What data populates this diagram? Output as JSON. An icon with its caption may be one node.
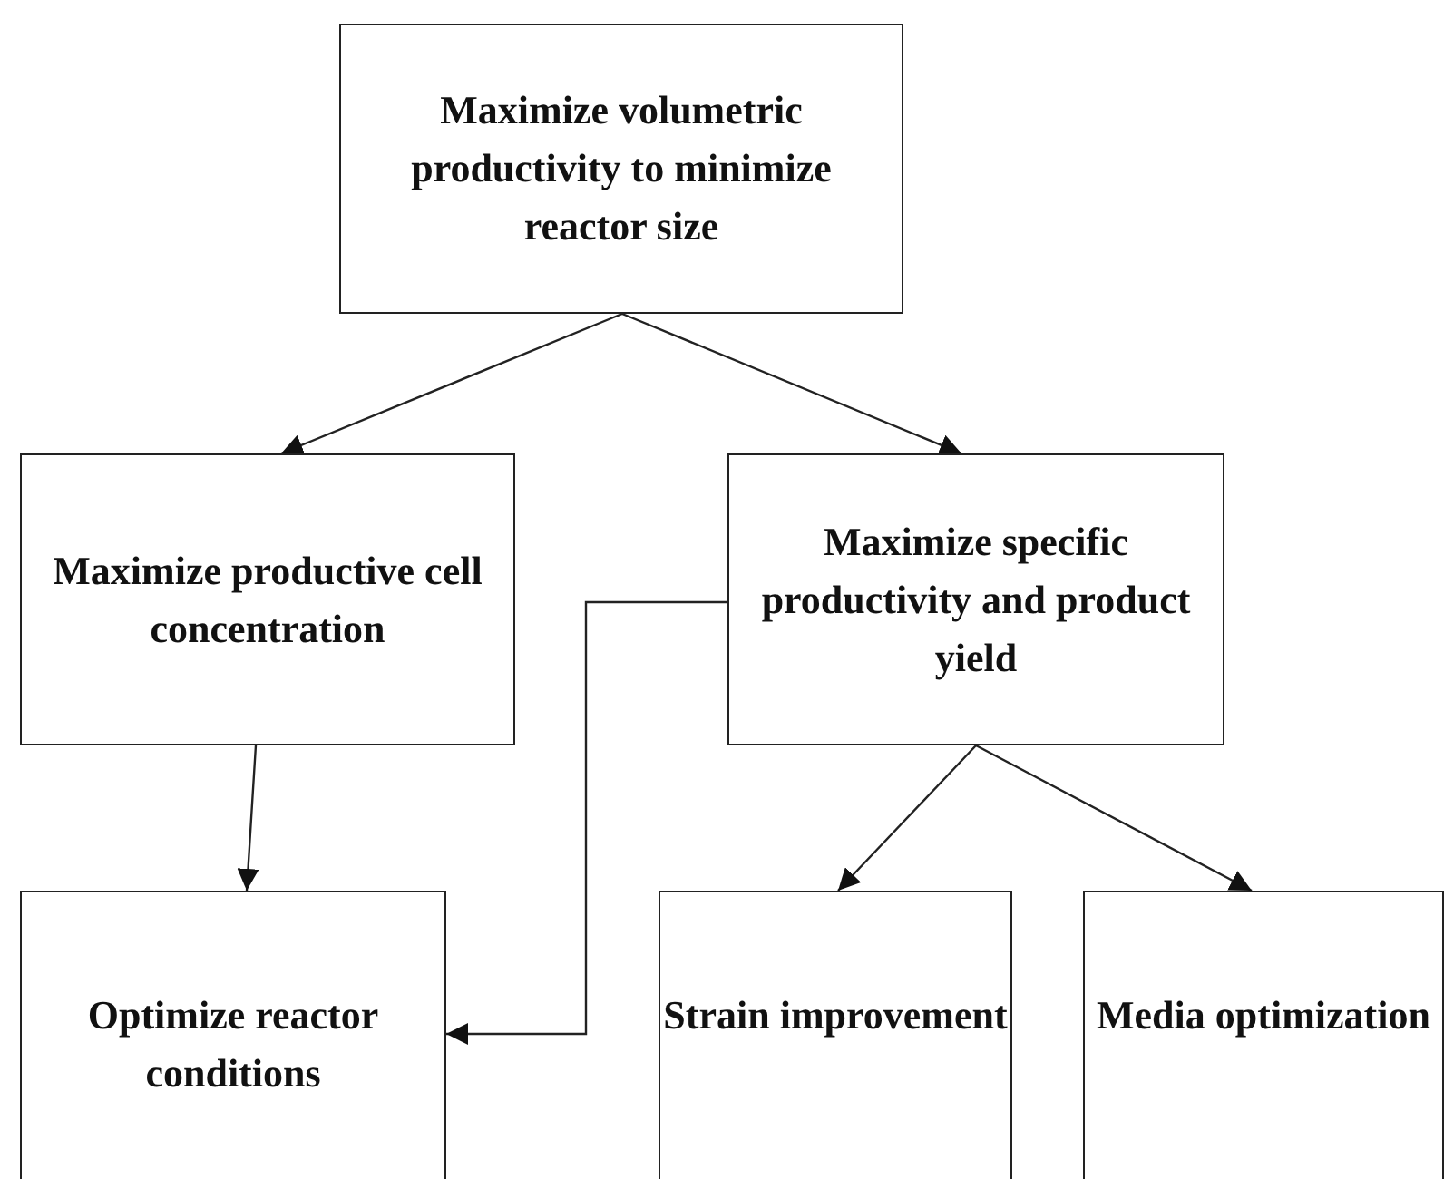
{
  "diagram": {
    "nodes": [
      {
        "text": [
          "Maximize volumetric productivity to minimize reactor size"
        ]
      },
      {
        "text": [
          "Maximize productive cell concentration"
        ]
      },
      {
        "text": [
          "Maximize specific productivity and product yield"
        ]
      },
      {
        "text": [
          "Optimize reactor conditions"
        ]
      },
      {
        "text": [
          "Strain improvement"
        ]
      },
      {
        "text": [
          "Media optimization"
        ]
      }
    ],
    "edges": [
      {
        "from": 0,
        "to": 1,
        "arrow": "to"
      },
      {
        "from": 0,
        "to": 2,
        "arrow": "to"
      },
      {
        "from": 1,
        "to": 3,
        "arrow": "to"
      },
      {
        "from": 2,
        "to": 3,
        "arrow": "to"
      },
      {
        "from": 2,
        "to": 4,
        "arrow": "to"
      },
      {
        "from": 2,
        "to": 5,
        "arrow": "to"
      }
    ]
  }
}
